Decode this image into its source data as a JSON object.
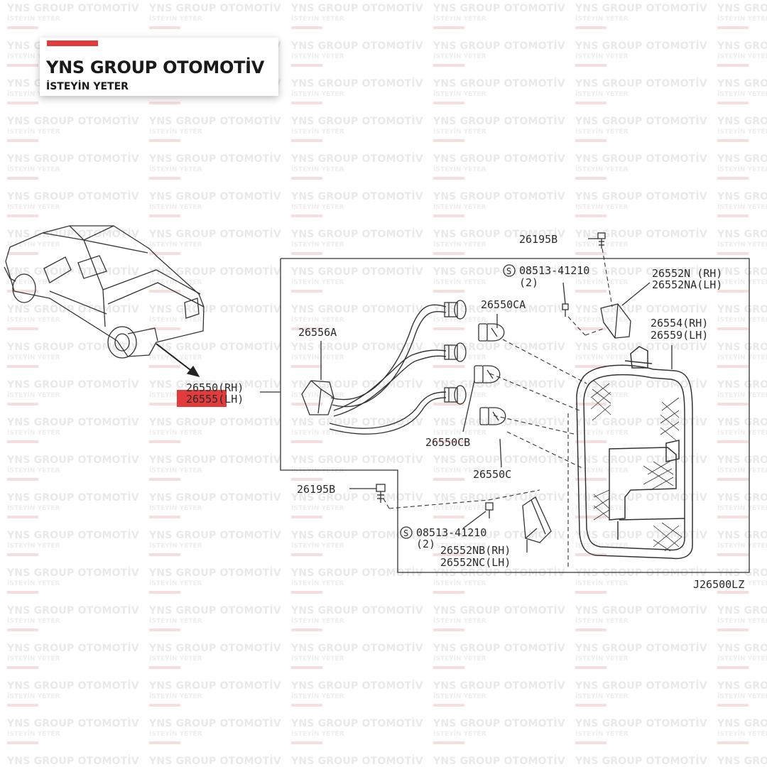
{
  "brand": {
    "title": "YNS GROUP OTOMOTİV",
    "subtitle": "İSTEYİN YETER",
    "accent_color": "#e23b3b"
  },
  "watermark": {
    "title": "YNS GROUP OTOMOTİV",
    "subtitle": "İSTEYİN YETER"
  },
  "diagram": {
    "code": "J26500LZ",
    "labels": {
      "screw_top": "26195B",
      "screw_bottom": "26195B",
      "bolt_top": "08513-41210",
      "bolt_top_qty": "(2)",
      "bolt_bottom": "08513-41210",
      "bolt_bottom_qty": "(2)",
      "bracket_top_rh": "26552N (RH)",
      "bracket_top_lh": "26552NA(LH)",
      "lens_rh": "26554(RH)",
      "lens_lh": "26559(LH)",
      "bulb_ca": "26550CA",
      "socket": "26556A",
      "lamp_rh": "26550(RH)",
      "lamp_lh": "26555(LH)",
      "bulb_cb": "26550CB",
      "bulb_c": "26550C",
      "bracket_bottom_rh": "26552NB(RH)",
      "bracket_bottom_lh": "26552NC(LH)"
    },
    "highlight_color": "#e23b3b"
  }
}
